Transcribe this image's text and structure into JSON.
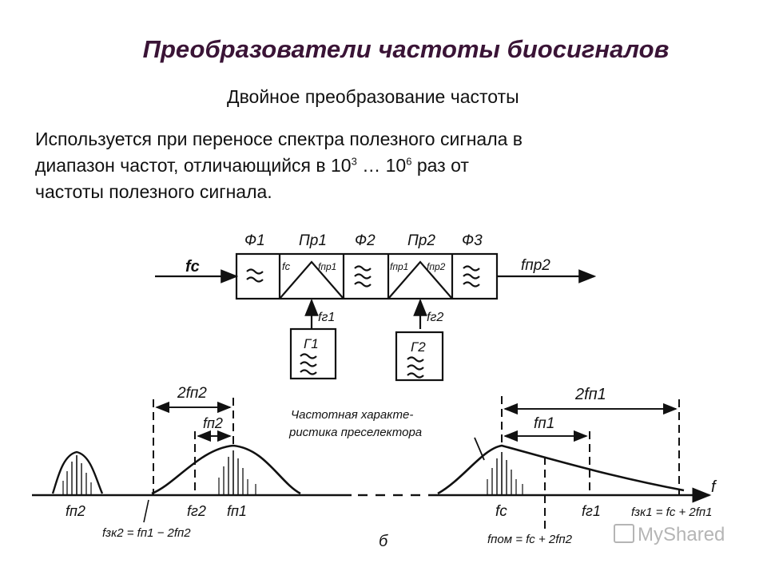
{
  "slide": {
    "title": "Преобразователи частоты биосигналов",
    "subtitle": "Двойное преобразование частоты",
    "body_line1": "Используется при переносе спектра полезного сигнала в",
    "body_line2_pre": "диапазон частот, отличающийся в 10",
    "exp1": "3",
    "body_line2_mid": " … 10",
    "exp2": "6",
    "body_line2_post": " раз от",
    "body_line3": "частоты полезного сигнала."
  },
  "block_diagram": {
    "labels": {
      "f1": "Ф1",
      "pr1": "Пр1",
      "f2": "Ф2",
      "pr2": "Пр2",
      "f3": "Ф3",
      "fc_in": "fc",
      "fc_cell": "fc",
      "fpr1_a": "fпр1",
      "fpr1_b": "fпр1",
      "fpr2_cell": "fпр2",
      "fpr2_out": "fпр2",
      "fg1": "fг1",
      "fg2": "fг2",
      "g1": "Г1",
      "g2": "Г2"
    }
  },
  "spectrum": {
    "labels": {
      "two_fp2": "2fп2",
      "fp2_top": "fп2",
      "two_fp1": "2fп1",
      "fp1_top": "fп1",
      "preselector_1": "Частотная характе-",
      "preselector_2": "ристика преселектора",
      "f_axis": "f",
      "x_fp2": "fп2",
      "x_fg2": "fг2",
      "x_fp1": "fп1",
      "x_fc": "fc",
      "x_fg1": "fг1",
      "x_fzk1": "fзк1 = fc + 2fп1",
      "x_fzk2": "fзк2 = fп1 − 2fп2",
      "x_fpom": "fпом = fc + 2fп2",
      "fig": "б"
    }
  },
  "watermark": "MyShared"
}
